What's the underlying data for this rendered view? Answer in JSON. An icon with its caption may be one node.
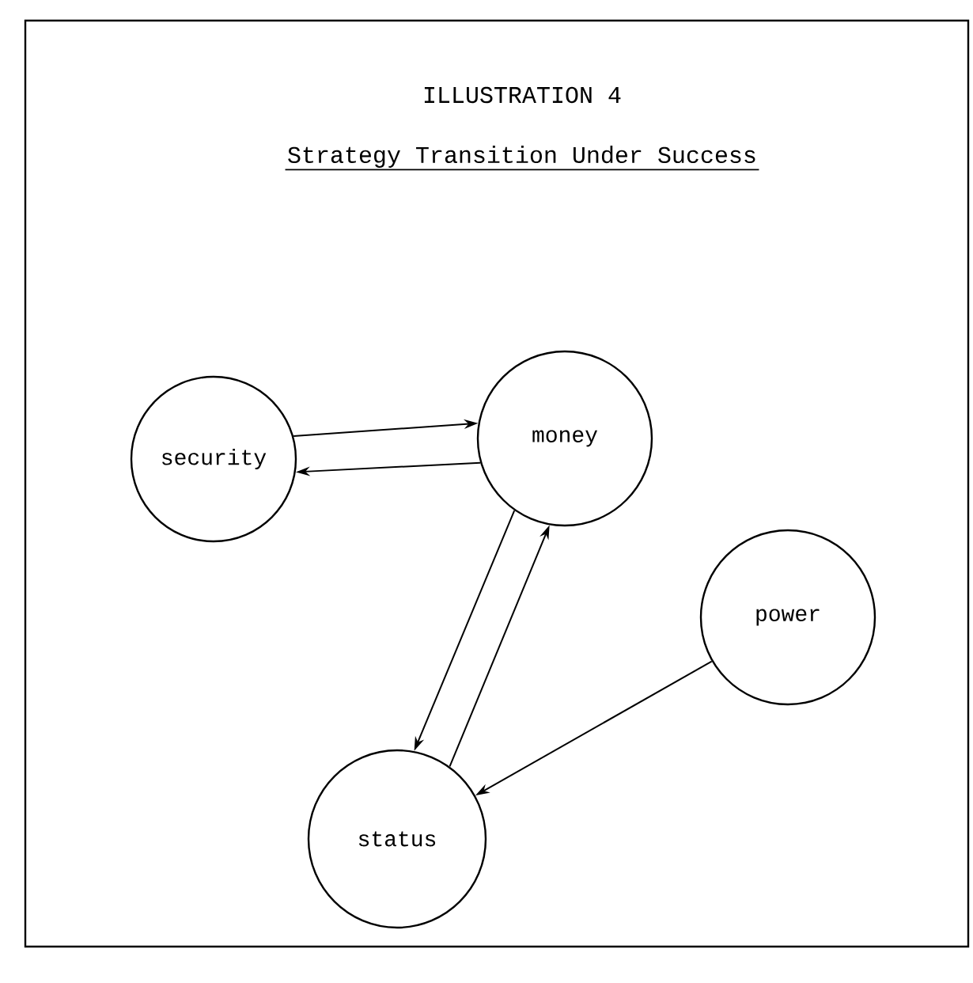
{
  "diagram": {
    "title": "ILLUSTRATION 4",
    "nodes": [
      {
        "text": [
          "security"
        ]
      },
      {
        "text": [
          "money"
        ]
      },
      {
        "text": [
          "power"
        ]
      },
      {
        "text": [
          "status"
        ]
      }
    ],
    "edges": [
      {
        "from": 0,
        "to": 1,
        "arrow": "to"
      },
      {
        "from": 1,
        "to": 0,
        "arrow": "to"
      },
      {
        "from": 1,
        "to": 3,
        "arrow": "to"
      },
      {
        "from": 3,
        "to": 1,
        "arrow": "to"
      },
      {
        "from": 2,
        "to": 3,
        "arrow": "to"
      }
    ],
    "labels": [
      "Strategy Transition Under Success"
    ]
  }
}
